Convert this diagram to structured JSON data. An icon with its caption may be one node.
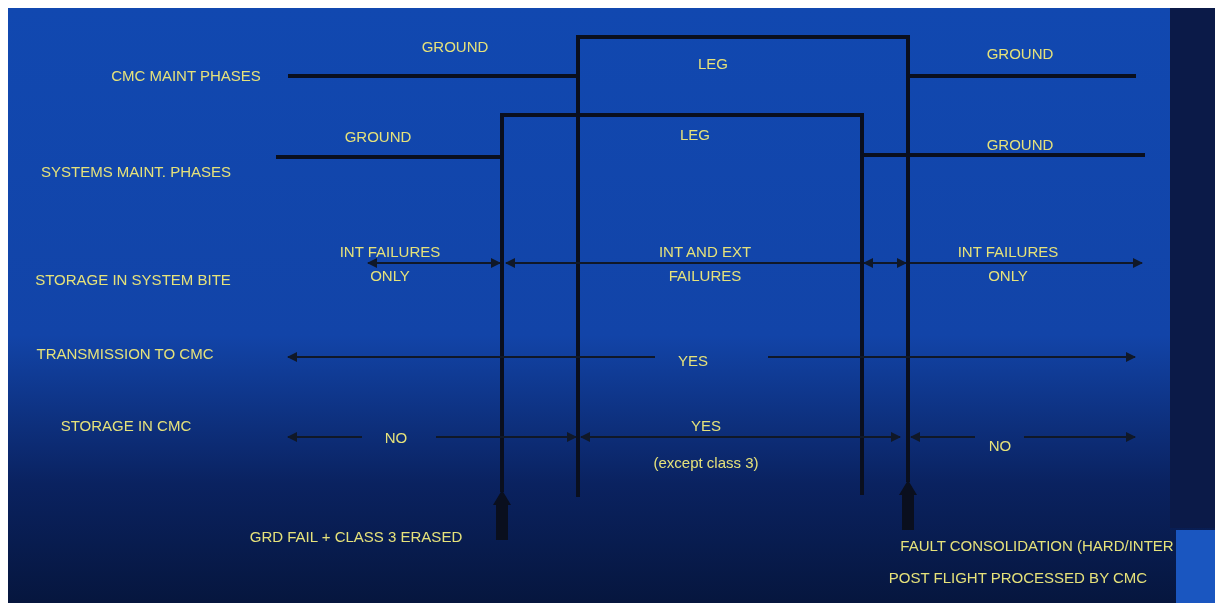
{
  "diagram": {
    "labels": [
      "GROUND",
      "CMC MAINT PHASES",
      "LEG",
      "GROUND",
      "GROUND",
      "SYSTEMS MAINT. PHASES",
      "LEG",
      "GROUND",
      "STORAGE IN SYSTEM BITE",
      "INT FAILURES ONLY",
      "INT AND EXT FAILURES",
      "INT FAILURES ONLY",
      "TRANSMISSION TO CMC",
      "YES",
      "STORAGE IN CMC",
      "NO",
      "YES",
      "(except class 3)",
      "NO",
      "GRD FAIL + CLASS 3 ERASED",
      "FAULT CONSOLIDATION (HARD/INTER",
      "POST FLIGHT PROCESSED BY CMC"
    ]
  }
}
